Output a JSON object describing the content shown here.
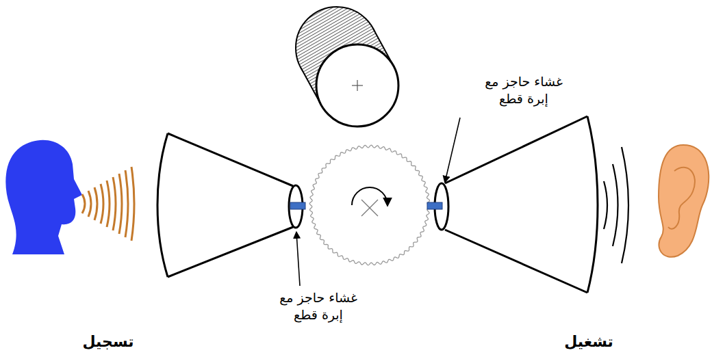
{
  "diagram": {
    "labels": [
      "غشاء حاجز مع إبرة قطع",
      "غشاء حاجز مع إبرة قطع",
      "تسجيل",
      "تشغيل"
    ]
  }
}
